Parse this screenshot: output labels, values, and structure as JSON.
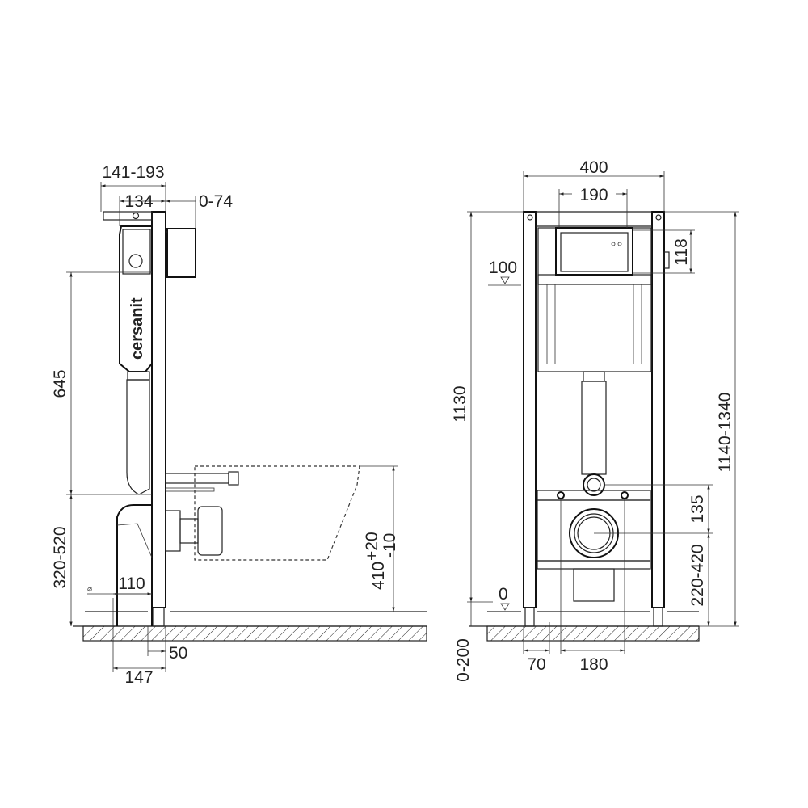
{
  "brand": "cersanit",
  "side_view": {
    "dims": {
      "overall_depth": "141-193",
      "frame_depth": "134",
      "button_offset": "0-74",
      "tank_height": "645",
      "bracket_height": "320-520",
      "pipe_diameter_symbol": "⌀",
      "pipe_diameter": "110",
      "foot_depth": "50",
      "base_depth": "147",
      "bowl_height": "410",
      "bowl_tol_plus": "+20",
      "bowl_tol_minus": "-10"
    }
  },
  "front_view": {
    "dims": {
      "width": "400",
      "button_width": "190",
      "button_height": "118",
      "level_top": "100",
      "level_floor": "0",
      "frame_height": "1130",
      "total_height": "1140-1340",
      "outlet_spacing": "135",
      "outlet_height": "220-420",
      "floor_adjust": "0-200",
      "leg_width": "70",
      "bolt_spacing": "180"
    }
  }
}
